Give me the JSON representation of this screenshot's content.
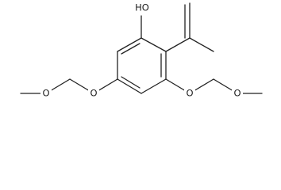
{
  "molecule": {
    "atom_labels": {
      "hydroxyl": "HO",
      "ring_ether_left": "O",
      "ring_ether_right": "O",
      "methoxy_left": "O",
      "methoxy_right": "O"
    }
  },
  "colors": {
    "bond": "#222222",
    "background": "#ffffff"
  }
}
